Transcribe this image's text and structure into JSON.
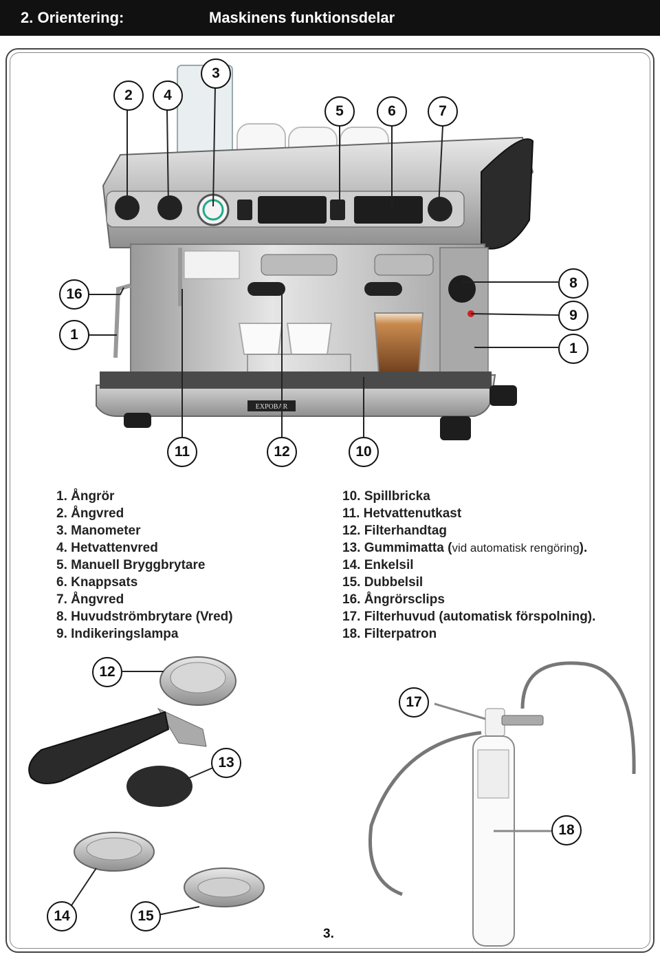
{
  "header": {
    "section": "2.  Orientering:",
    "title": "Maskinens  funktionsdelar"
  },
  "machine": {
    "brand": "EXPOBAR"
  },
  "callouts": {
    "top": [
      "2",
      "4",
      "3",
      "5",
      "6",
      "7"
    ],
    "left": [
      "16",
      "1"
    ],
    "right": [
      "8",
      "9",
      "1"
    ],
    "bottom": [
      "11",
      "12",
      "10"
    ],
    "parts": [
      "12",
      "13",
      "17",
      "18",
      "14",
      "15"
    ]
  },
  "legend_left": [
    "1. Ångrör",
    "2. Ångvred",
    "3. Manometer",
    "4. Hetvattenvred",
    "5. Manuell Bryggbrytare",
    "6. Knappsats",
    "7. Ångvred",
    "8. Huvudströmbrytare (Vred)",
    "9. Indikeringslampa"
  ],
  "legend_right": [
    "10. Spillbricka",
    "11. Hetvattenutkast",
    "12. Filterhandtag",
    {
      "main": "13. Gummimatta (",
      "sub": "vid automatisk rengöring",
      "end": ")."
    },
    "14. Enkelsil",
    "15. Dubbelsil",
    "16. Ångrörsclips",
    "17. Filterhuvud (automatisk förspolning).",
    "18. Filterpatron"
  ],
  "page_number": "3.",
  "icons": {
    "machine": "espresso-machine-illustration",
    "portafilter": "portafilter-illustration",
    "mat": "rubber-mat-illustration",
    "single_basket": "single-basket-illustration",
    "double_basket": "double-basket-illustration",
    "filter": "water-filter-illustration"
  }
}
